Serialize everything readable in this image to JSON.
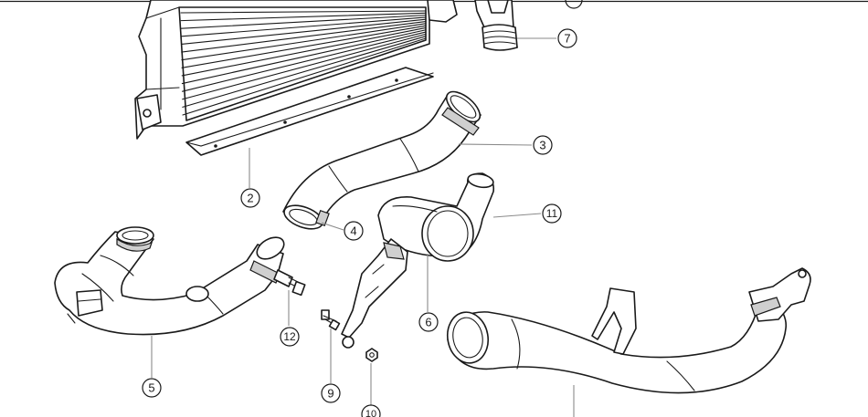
{
  "colors": {
    "line": "#1a1a1a",
    "leader": "#8a8a8a",
    "highlight": "#d0021b"
  },
  "callouts": [
    {
      "id": "2",
      "label": "2",
      "highlighted": false
    },
    {
      "id": "3",
      "label": "3",
      "highlighted": false
    },
    {
      "id": "4",
      "label": "4",
      "highlighted": false
    },
    {
      "id": "5",
      "label": "5",
      "highlighted": true
    },
    {
      "id": "6",
      "label": "6",
      "highlighted": false
    },
    {
      "id": "7",
      "label": "7",
      "highlighted": false
    },
    {
      "id": "9",
      "label": "9",
      "highlighted": false
    },
    {
      "id": "10",
      "label": "10",
      "highlighted": false
    },
    {
      "id": "11",
      "label": "11",
      "highlighted": false
    },
    {
      "id": "12",
      "label": "12",
      "highlighted": false
    }
  ]
}
